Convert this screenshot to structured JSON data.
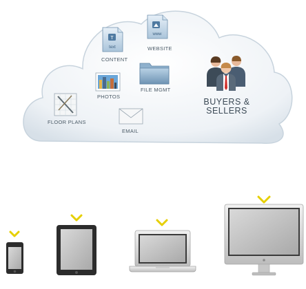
{
  "cloud": {
    "items": {
      "content": "CONTENT",
      "website": "WEBSITE",
      "photos": "PHOTOS",
      "file_mgmt": "FILE MGMT",
      "floor_plans": "FLOOR PLANS",
      "email": "EMAIL",
      "buyers_sellers_line1": "BUYERS &",
      "buyers_sellers_line2": "SELLERS"
    },
    "icon_text": {
      "doc": "text",
      "www": "www"
    }
  },
  "devices": [
    "smartphone-icon",
    "tablet-icon",
    "laptop-icon",
    "desktop-monitor-icon"
  ],
  "colors": {
    "chevron": "#e6cf00",
    "cloud_fill": "#e9eef3",
    "cloud_stroke": "#c4d0da",
    "label": "#4a5a66",
    "device_body": "#2e2e2e",
    "device_screen": "#bfbfbf"
  }
}
